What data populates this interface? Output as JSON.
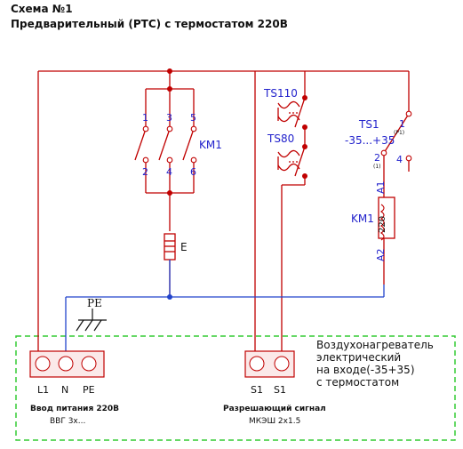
{
  "header": {
    "scheme": "Схема №1",
    "title": "Предварительный (PTC) с термостатом 220В"
  },
  "km1_contacts": {
    "label": "KM1",
    "top": [
      "1",
      "3",
      "5"
    ],
    "bottom": [
      "2",
      "4",
      "6"
    ]
  },
  "heater_label": "E",
  "pe_label": "PE",
  "ts110": "TS110",
  "ts80": "TS80",
  "ts1": {
    "name": "TS1",
    "range": "-35...+35",
    "pin1": "1",
    "pin1_sub": "(P1)",
    "pin2": "2",
    "pin2_sub": "(1)",
    "pin4": "4"
  },
  "coil": {
    "label": "KM1",
    "value": "220",
    "a1": "A1",
    "a2": "A2"
  },
  "terminal_power": {
    "pins": [
      "L1",
      "N",
      "PE"
    ],
    "title": "Ввод питания 220В",
    "cable": "ВВГ 3х..."
  },
  "terminal_signal": {
    "pins": [
      "S1",
      "S1"
    ],
    "title": "Разрешающий сигнал",
    "cable": "МКЭШ 2х1.5"
  },
  "description": [
    "Воздухонагреватель",
    "электрический",
    "на входе(-35+35)",
    "с термостатом"
  ],
  "colors": {
    "wire": "#c00000",
    "neutral": "#2244cc",
    "frame": "#33cc33",
    "label": "#2222cc"
  }
}
